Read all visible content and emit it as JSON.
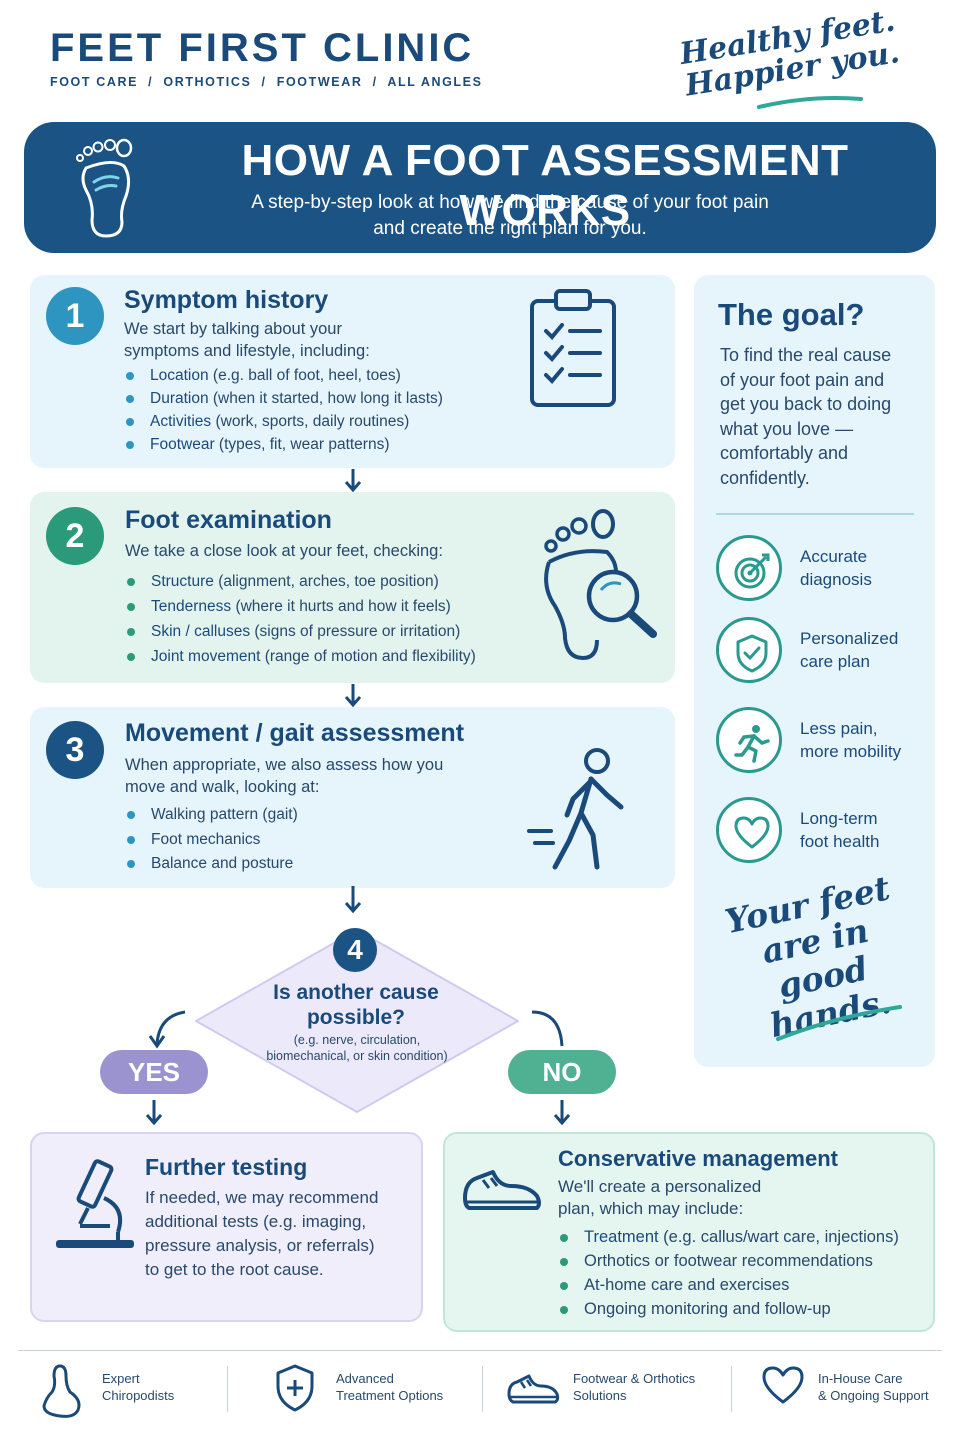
{
  "header": {
    "brand_name": "FEET FIRST CLINIC",
    "brand_tagline": "FOOT CARE  /  ORTHOTICS  /  FOOTWEAR  /  ALL ANGLES",
    "slogan_line1": "Healthy feet.",
    "slogan_line2": "Happier you."
  },
  "banner": {
    "title": "HOW A FOOT ASSESSMENT WORKS",
    "subtitle_line1": "A step-by-step look at how we find the cause of your foot pain",
    "subtitle_line2": "and create the right plan for you.",
    "icon": "footprint-icon"
  },
  "steps": [
    {
      "number": "1",
      "title": "Symptom history",
      "intro_line1": "We start by talking about your",
      "intro_line2": "symptoms and lifestyle, including:",
      "icon": "clipboard-checklist-icon",
      "items": [
        {
          "term": "Location",
          "detail": " (e.g. ball of foot, heel, toes)"
        },
        {
          "term": "Duration",
          "detail": " (when it started, how long it lasts)"
        },
        {
          "term": "Activities",
          "detail": " (work, sports, daily routines)"
        },
        {
          "term": "Footwear",
          "detail": " (types, fit, wear patterns)"
        }
      ]
    },
    {
      "number": "2",
      "title": "Foot examination",
      "intro_line1": "We take a close look at your feet, checking:",
      "icon": "foot-magnifier-icon",
      "items": [
        {
          "term": "Structure",
          "detail": " (alignment, arches, toe position)"
        },
        {
          "term": "Tenderness",
          "detail": " (where it hurts and how it feels)"
        },
        {
          "term": "Skin / calluses",
          "detail": " (signs of pressure or irritation)"
        },
        {
          "term": "Joint movement",
          "detail": " (range of motion and flexibility)"
        }
      ]
    },
    {
      "number": "3",
      "title": "Movement / gait assessment",
      "intro_line1": "When appropriate, we also assess how you",
      "intro_line2": "move and walk, looking at:",
      "icon": "walking-person-icon",
      "items": [
        {
          "term": "Walking pattern (gait)",
          "detail": ""
        },
        {
          "term": "Foot mechanics",
          "detail": ""
        },
        {
          "term": "Balance and posture",
          "detail": ""
        }
      ]
    }
  ],
  "decision": {
    "number": "4",
    "question_line1": "Is another cause",
    "question_line2": "possible?",
    "note_line1": "(e.g. nerve, circulation,",
    "note_line2": "biomechanical, or skin condition)",
    "yes_label": "YES",
    "no_label": "NO"
  },
  "outcomes": {
    "yes": {
      "title": "Further testing",
      "text_lines": [
        "If needed, we may recommend",
        "additional tests (e.g. imaging,",
        "pressure analysis, or referrals)",
        "to get to the root cause."
      ],
      "icon": "microscope-icon"
    },
    "no": {
      "title": "Conservative management",
      "intro_line1": "We'll create a personalized",
      "intro_line2": "plan, which may include:",
      "icon": "sneaker-icon",
      "items": [
        {
          "term": "Treatment",
          "detail": " (e.g. callus/wart care, injections)"
        },
        {
          "term": "Orthotics or footwear recommendations",
          "detail": ""
        },
        {
          "term": "At-home care and exercises",
          "detail": ""
        },
        {
          "term": "Ongoing monitoring and follow-up",
          "detail": ""
        }
      ]
    }
  },
  "goal": {
    "title": "The goal?",
    "text_lines": [
      "To find the real cause",
      "of your foot pain and",
      "get you back to doing",
      "what you love —",
      "comfortably and",
      "confidently."
    ],
    "benefits": [
      {
        "line1": "Accurate",
        "line2": "diagnosis",
        "icon": "target-icon"
      },
      {
        "line1": "Personalized",
        "line2": "care plan",
        "icon": "shield-check-icon"
      },
      {
        "line1": "Less pain,",
        "line2": "more mobility",
        "icon": "running-person-icon"
      },
      {
        "line1": "Long-term",
        "line2": "foot health",
        "icon": "heart-icon"
      }
    ],
    "script_line1": "Your feet",
    "script_line2": "are in good",
    "script_line3": "hands."
  },
  "footer": [
    {
      "line1": "Expert",
      "line2": "Chiropodists",
      "icon": "foot-outline-icon"
    },
    {
      "line1": "Advanced",
      "line2": "Treatment Options",
      "icon": "shield-plus-icon"
    },
    {
      "line1": "Footwear & Orthotics",
      "line2": "Solutions",
      "icon": "shoe-icon"
    },
    {
      "line1": "In-House Care",
      "line2": "& Ongoing Support",
      "icon": "heart-outline-icon"
    }
  ],
  "colors": {
    "navy": "#1a5384",
    "blue_accent": "#2e95c0",
    "green_accent": "#2a9a7a",
    "yes_purple": "#9b92d0",
    "no_green": "#4fb191"
  }
}
